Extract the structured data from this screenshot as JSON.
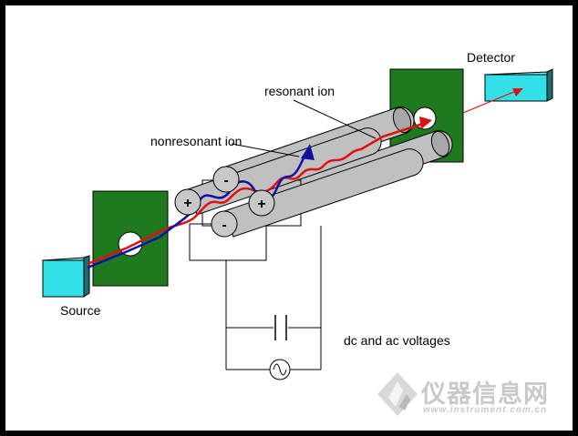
{
  "labels": {
    "detector": "Detector",
    "resonant_ion": "resonant ion",
    "nonresonant_ion": "nonresonant ion",
    "source": "Source",
    "voltages": "dc and ac voltages"
  },
  "rod_polarity": {
    "top_left": "-",
    "left": "+",
    "right": "+",
    "bottom": "-"
  },
  "watermark": {
    "name": "仪器信息网",
    "url": "www.instrument.com.cn"
  },
  "colors": {
    "background": "#ffffff",
    "plate": "#1f7a1f",
    "box": "#33e0e8",
    "rod": "#c0c0c0",
    "resonant_ion": "#e01010",
    "nonresonant_ion": "#1010a0",
    "wire": "#000000"
  }
}
